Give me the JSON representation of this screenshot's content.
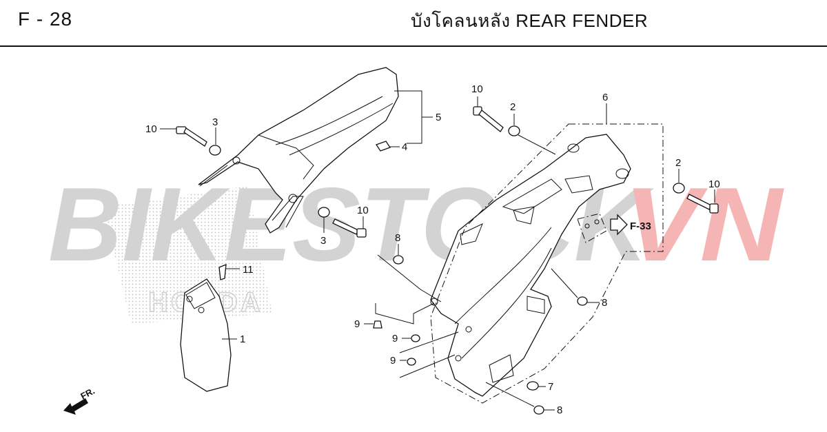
{
  "header": {
    "page_code": "F - 28",
    "title": "บังโคลนหลัง  REAR FENDER"
  },
  "watermark": {
    "text_left": "BIKESTOCK",
    "text_right": "VN",
    "brand_logo": "HONDA",
    "colors": {
      "left": "#d3d3d3",
      "right": "#f5b5b5"
    }
  },
  "reference": {
    "label": "F-33"
  },
  "direction": {
    "label": "FR."
  },
  "callouts": [
    {
      "id": "c1",
      "label": "1"
    },
    {
      "id": "c2a",
      "label": "2"
    },
    {
      "id": "c2b",
      "label": "2"
    },
    {
      "id": "c3a",
      "label": "3"
    },
    {
      "id": "c3b",
      "label": "3"
    },
    {
      "id": "c4",
      "label": "4"
    },
    {
      "id": "c5",
      "label": "5"
    },
    {
      "id": "c6",
      "label": "6"
    },
    {
      "id": "c7",
      "label": "7"
    },
    {
      "id": "c8a",
      "label": "8"
    },
    {
      "id": "c8b",
      "label": "8"
    },
    {
      "id": "c8c",
      "label": "8"
    },
    {
      "id": "c9a",
      "label": "9"
    },
    {
      "id": "c9b",
      "label": "9"
    },
    {
      "id": "c9c",
      "label": "9"
    },
    {
      "id": "c10a",
      "label": "10"
    },
    {
      "id": "c10b",
      "label": "10"
    },
    {
      "id": "c10c",
      "label": "10"
    },
    {
      "id": "c10d",
      "label": "10"
    },
    {
      "id": "c11",
      "label": "11"
    }
  ]
}
